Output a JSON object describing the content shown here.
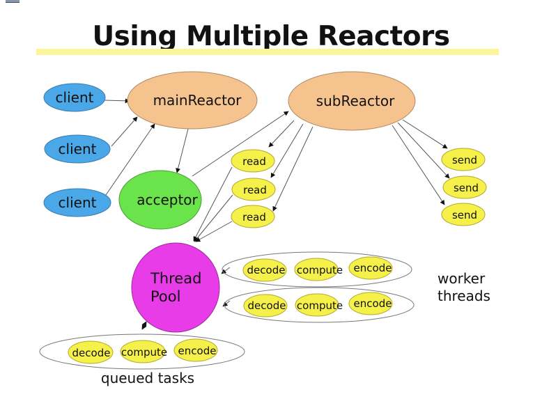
{
  "title": "Using Multiple Reactors",
  "colors": {
    "client": "#4aa8e8",
    "reactor": "#f5c38e",
    "acceptor": "#6be34a",
    "threadpool": "#e83ce8",
    "task": "#f6f04a",
    "underline": "#fbf59c"
  },
  "nodes": {
    "clients": [
      "client",
      "client",
      "client"
    ],
    "main_reactor": "mainReactor",
    "sub_reactor": "subReactor",
    "acceptor": "acceptor",
    "reads": [
      "read",
      "read",
      "read"
    ],
    "sends": [
      "send",
      "send",
      "send"
    ],
    "thread_pool": [
      "Thread",
      "Pool"
    ]
  },
  "worker_threads": {
    "label": [
      "worker",
      "threads"
    ],
    "rows": [
      [
        "decode",
        "compute",
        "encode"
      ],
      [
        "decode",
        "compute",
        "encode"
      ]
    ]
  },
  "queued_tasks": {
    "label": "queued tasks",
    "tasks": [
      "decode",
      "compute",
      "encode"
    ]
  }
}
